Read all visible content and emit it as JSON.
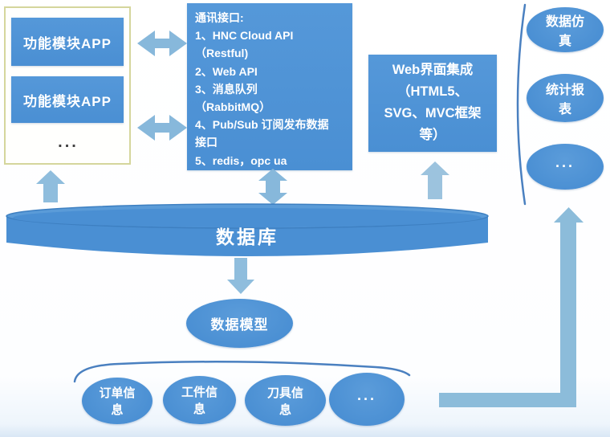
{
  "diagram": {
    "left_panel": {
      "apps": [
        "功能模块APP",
        "功能模块APP"
      ],
      "more": "..."
    },
    "comm_box": {
      "text": "通讯接口:\n1、HNC Cloud API\n（Restful)\n2、Web API\n3、消息队列\n（RabbitMQ）\n4、Pub/Sub 订阅发布数据\n接口\n5、redis，opc ua"
    },
    "web_box": {
      "text": "Web界面集成\n（HTML5、\nSVG、MVC框架\n等）"
    },
    "database": {
      "label": "数据库"
    },
    "data_model": {
      "label": "数据模型"
    },
    "right_items": [
      "数据仿真",
      "统计报表",
      "···"
    ],
    "bottom_items": [
      "订单信息",
      "工件信息",
      "刀具信息",
      "···"
    ],
    "colors": {
      "box_blue": "#4a8fd3",
      "arrow_blue": "#87b8db",
      "panel_border": "#d5d69c",
      "bracket_blue": "#4a80c0",
      "text_white": "#ffffff"
    }
  }
}
